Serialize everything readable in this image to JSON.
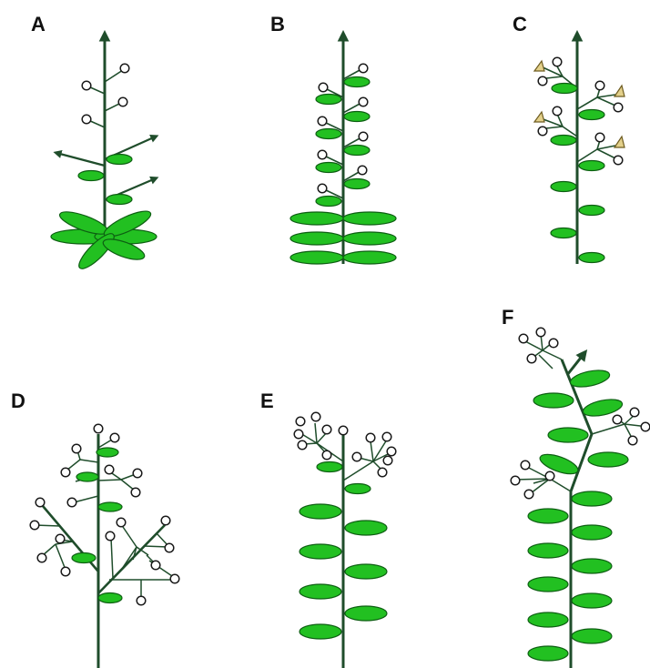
{
  "panels": [
    {
      "label": "A"
    },
    {
      "label": "B"
    },
    {
      "label": "C"
    },
    {
      "label": "D"
    },
    {
      "label": "E"
    },
    {
      "label": "F"
    }
  ],
  "colors": {
    "stem": "#1f4d2b",
    "leaf_fill": "#22c021",
    "leaf_stroke": "#0d5e12",
    "flower_fill": "#ffffff",
    "flower_stroke": "#1a1a1a",
    "bract_fill": "#e3d08a",
    "bract_stroke": "#6e5c20",
    "label": "#111111"
  },
  "icons": {
    "flower": "open-circle-flower-icon",
    "bract": "triangle-bract-icon",
    "growth_arrow": "arrowhead-icon"
  }
}
